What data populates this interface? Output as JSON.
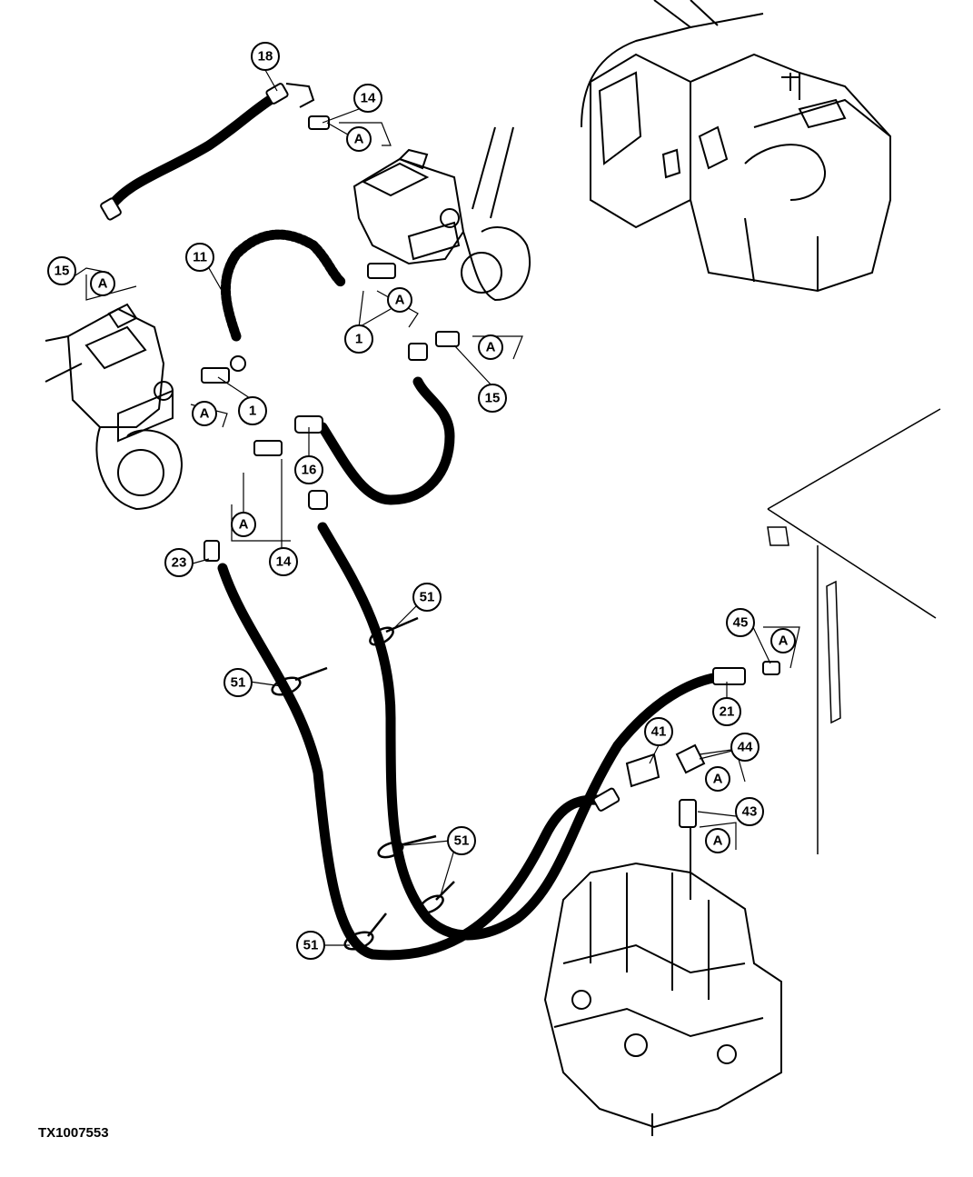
{
  "figure_id": "TX1007553",
  "callouts": [
    {
      "id": "c18",
      "label": "18"
    },
    {
      "id": "c14a",
      "label": "14"
    },
    {
      "id": "c11",
      "label": "11"
    },
    {
      "id": "c15a",
      "label": "15"
    },
    {
      "id": "c1a",
      "label": "1"
    },
    {
      "id": "c1b",
      "label": "1"
    },
    {
      "id": "c15b",
      "label": "15"
    },
    {
      "id": "c16",
      "label": "16"
    },
    {
      "id": "c14b",
      "label": "14"
    },
    {
      "id": "c23",
      "label": "23"
    },
    {
      "id": "c51a",
      "label": "51"
    },
    {
      "id": "c51b",
      "label": "51"
    },
    {
      "id": "c51c",
      "label": "51"
    },
    {
      "id": "c51d",
      "label": "51"
    },
    {
      "id": "c45",
      "label": "45"
    },
    {
      "id": "c21",
      "label": "21"
    },
    {
      "id": "c41",
      "label": "41"
    },
    {
      "id": "c44",
      "label": "44"
    },
    {
      "id": "c43",
      "label": "43"
    }
  ],
  "note_marker": "A"
}
